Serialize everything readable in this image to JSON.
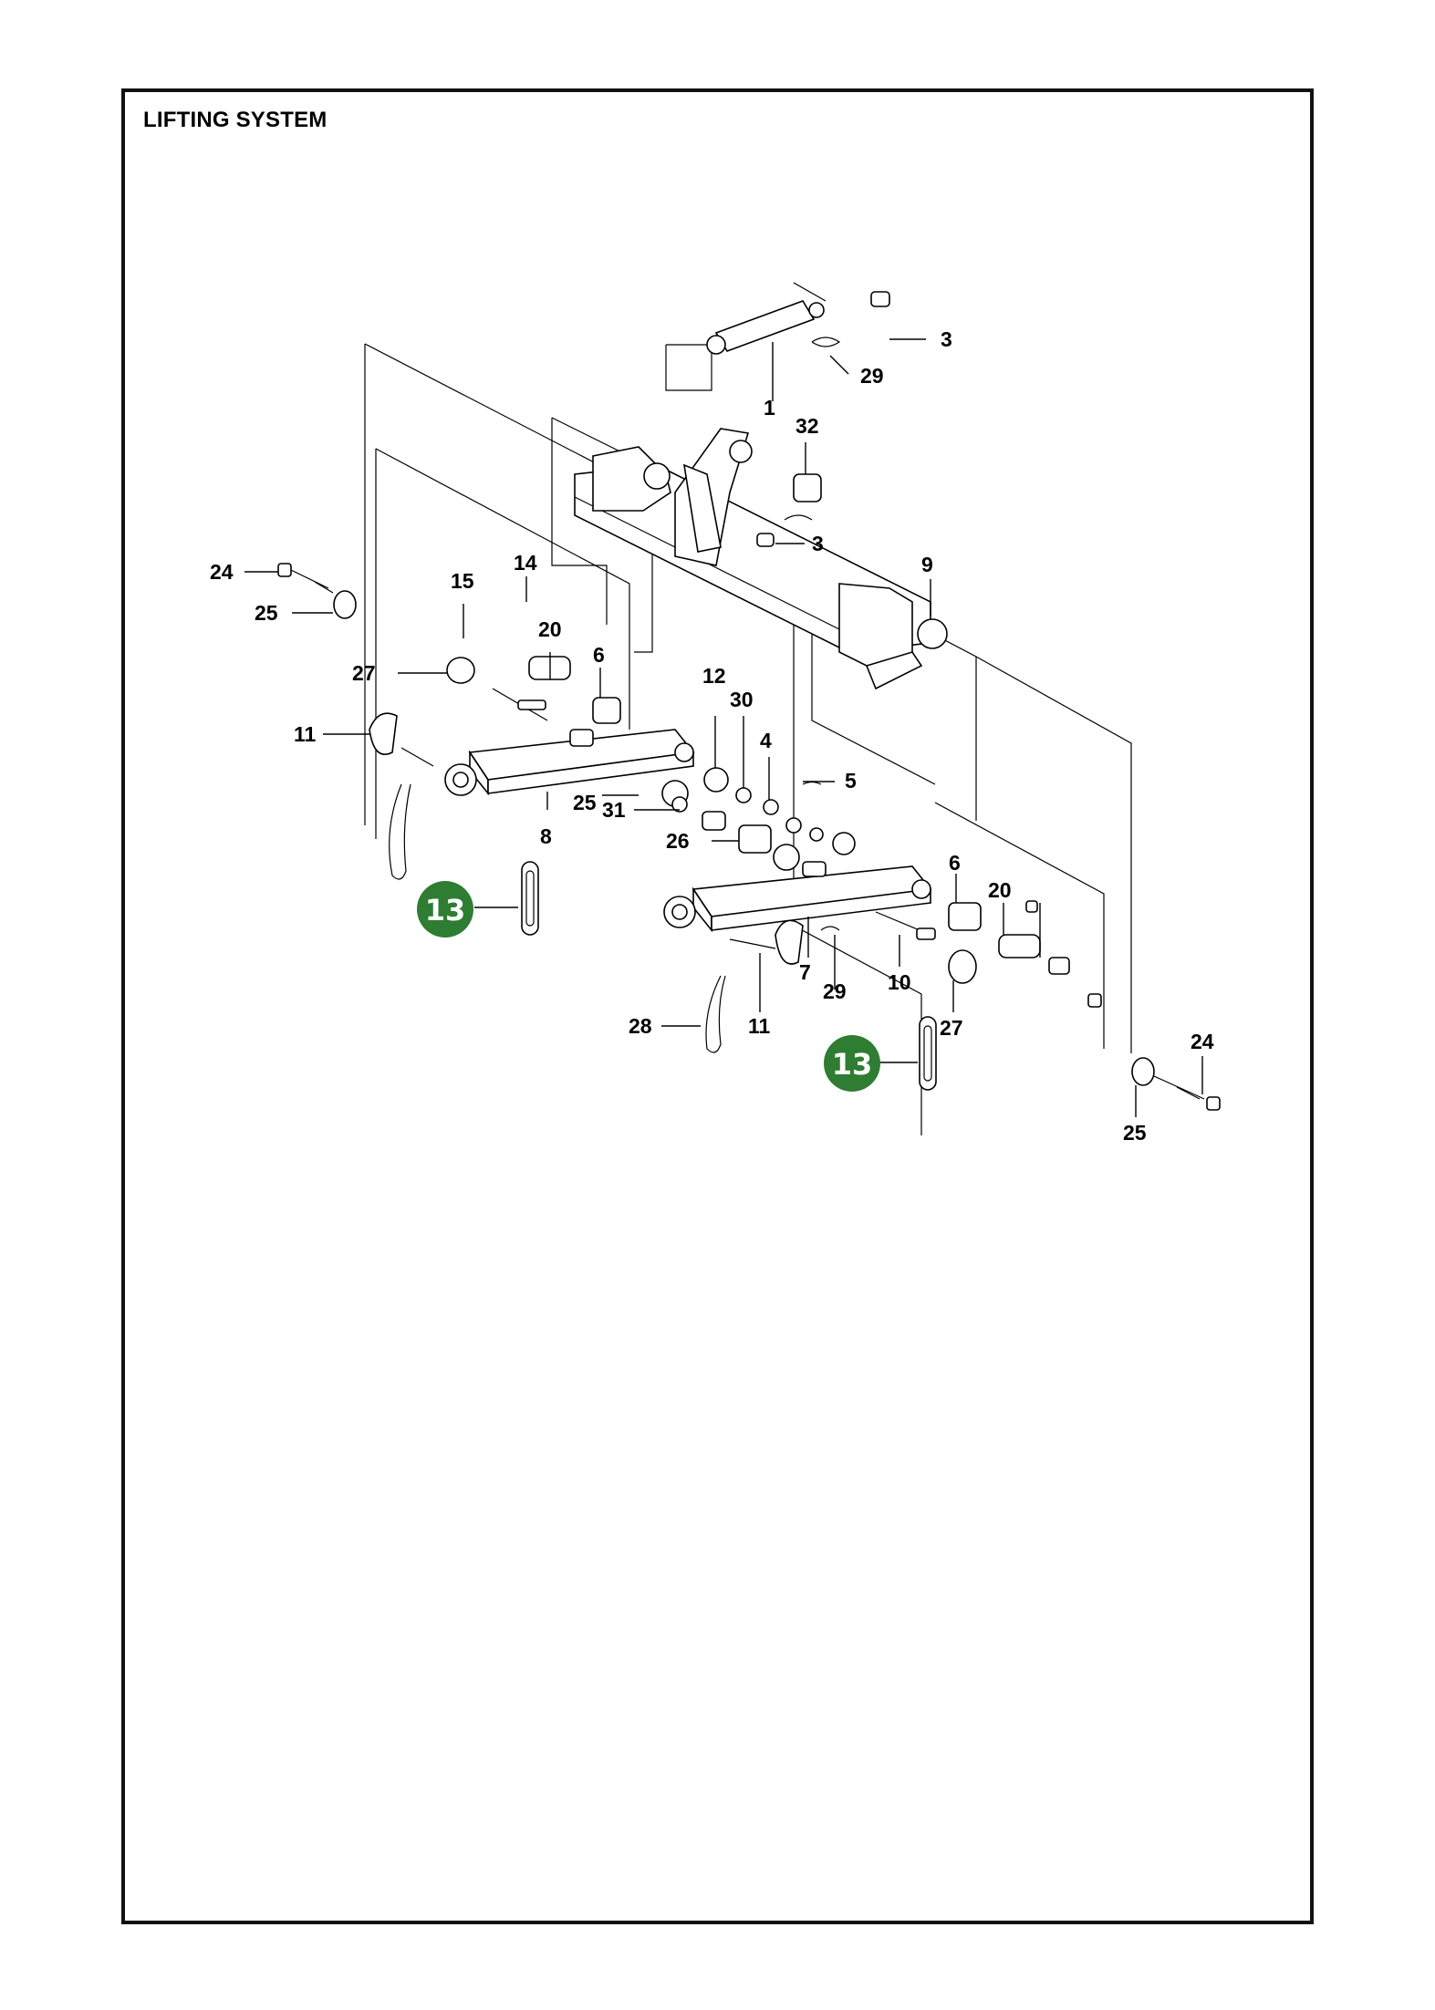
{
  "title": "LIFTING SYSTEM",
  "part_labels": [
    "1",
    "3",
    "3",
    "4",
    "5",
    "6",
    "6",
    "7",
    "8",
    "9",
    "10",
    "11",
    "11",
    "12",
    "14",
    "15",
    "20",
    "20",
    "24",
    "24",
    "25",
    "25",
    "25",
    "26",
    "27",
    "27",
    "28",
    "29",
    "29",
    "30",
    "31",
    "32"
  ],
  "callouts": [
    {
      "label": "13",
      "color": "#2e7d32"
    },
    {
      "label": "13",
      "color": "#2e7d32"
    }
  ]
}
